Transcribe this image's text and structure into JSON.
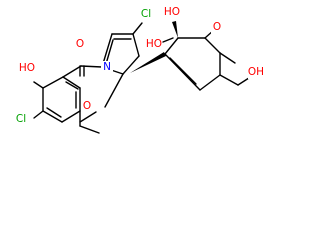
{
  "structure": {
    "atom_labels": {
      "cl_pyrrole": "Cl",
      "cl_ring": "Cl",
      "oxo": "O",
      "phenol_oh": "HO",
      "ring_o": "O",
      "n": "N",
      "oh_upper": "HO",
      "oh_lower": "HO",
      "methoxy_o": "O",
      "ch2oh": "OH"
    },
    "colors": {
      "bond": "#000000",
      "oxygen": "#ff0000",
      "nitrogen": "#0000ff",
      "chlorine": "#00a000"
    }
  }
}
